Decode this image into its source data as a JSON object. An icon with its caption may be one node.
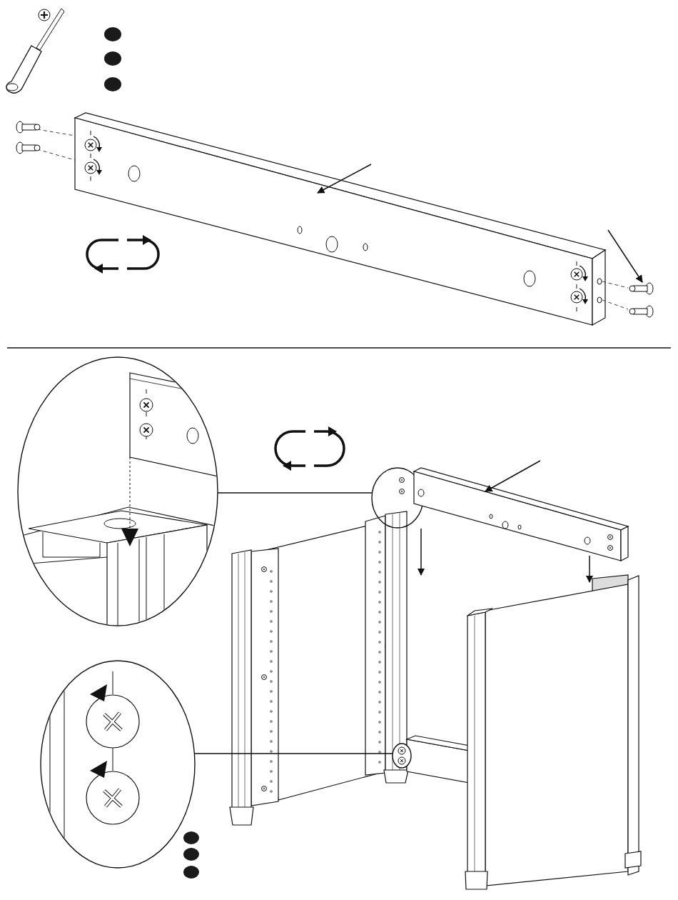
{
  "diagram": {
    "nodes": [
      {
        "text": [],
        "shape": "picture"
      },
      {
        "text": [],
        "shape": "picture"
      },
      {
        "text": [],
        "shape": "circle"
      },
      {
        "text": [],
        "shape": "circle"
      },
      {
        "text": [],
        "shape": "circle"
      },
      {
        "text": [],
        "shape": "circle"
      },
      {
        "text": [],
        "shape": "picture"
      }
    ],
    "edges": [
      {
        "from": null,
        "to": 0,
        "arrow": "to"
      },
      {
        "from": null,
        "to": 1,
        "arrow": "to"
      },
      {
        "from": 2,
        "to": 3,
        "arrow": "none"
      },
      {
        "from": 4,
        "to": 5,
        "arrow": "none"
      },
      {
        "from": null,
        "to": 6,
        "arrow": "to"
      }
    ]
  }
}
